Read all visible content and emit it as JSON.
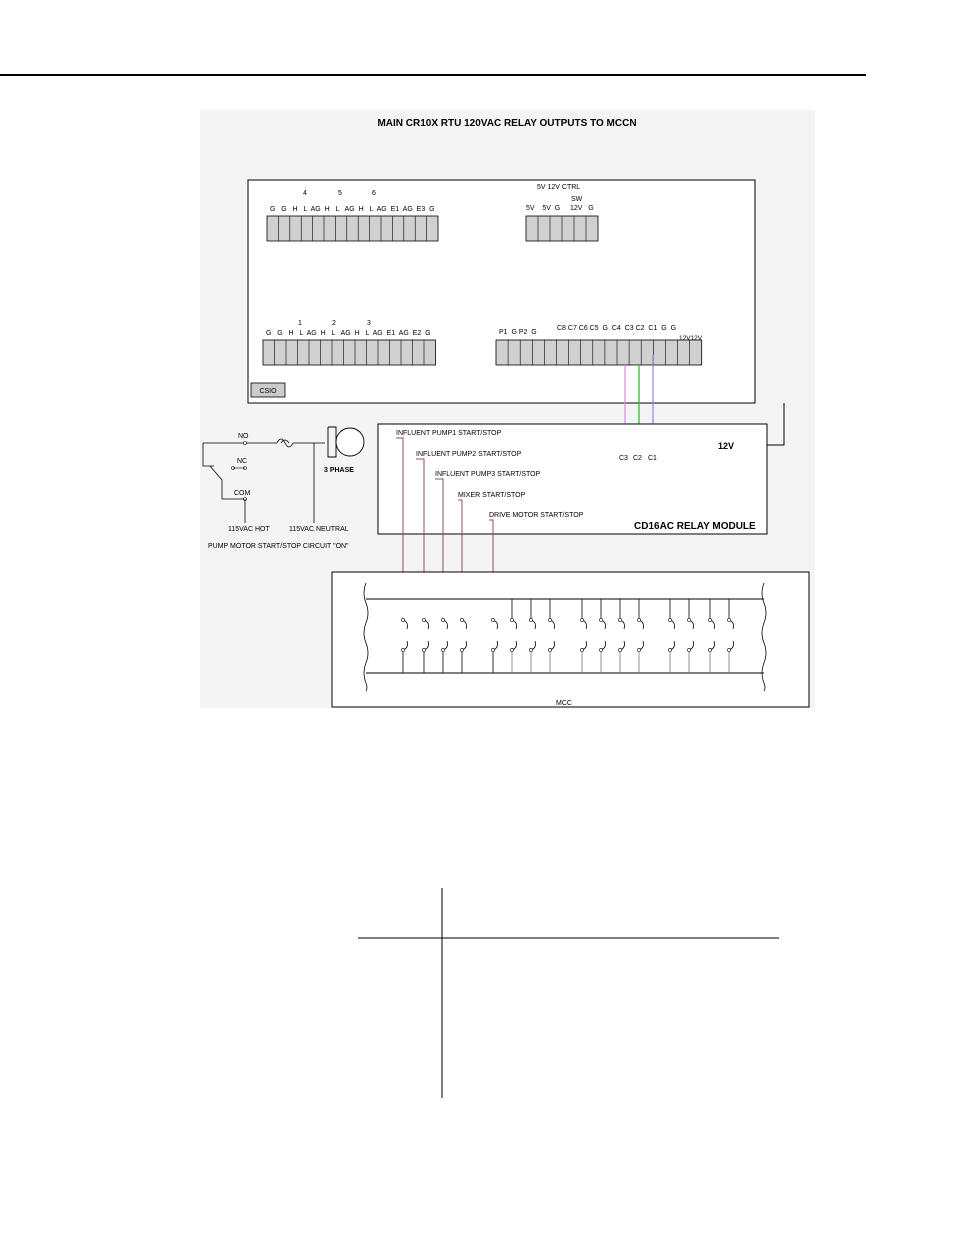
{
  "title": "MAIN CR10X  RTU  120VAC RELAY OUTPUTS TO MCCN",
  "cr10x_panel": {
    "top_left_group_numbers": [
      "4",
      "5",
      "6"
    ],
    "top_left_terminals": "G   G   H   L  AG  H   L   AG  H   L  AG  E1  AG  E3  G",
    "ctrl_header": "5V 12V CTRL",
    "ctrl_sw": "SW",
    "ctrl_terminals": "5V    5V  G",
    "ctrl_12v_g": "12V   G",
    "bottom_left_group_numbers": [
      "1",
      "2",
      "3"
    ],
    "bottom_left_terminals": "G   G   H   L  AG  H   L   AG  H   L  AG  E1  AG  E2  G",
    "bottom_right_terminals_a": "P1  G P2  G",
    "bottom_right_terminals_b": "C8 C7 C6 C5  G  C4  C3 C2  C1  G  G",
    "bottom_right_12v": "12V12V",
    "csio_label": "CSIO"
  },
  "relay_module": {
    "title": "CD16AC RELAY MODULE",
    "voltage_label": "12V",
    "outputs": [
      "INFLUENT PUMP1 START/STOP",
      "INFLUENT PUMP2 START/STOP",
      "INFLUENT PUMP3 START/STOP",
      "MIXER START/STOP",
      "DRIVE MOTOR START/STOP"
    ],
    "channel_labels": [
      "C3",
      "C2",
      "C1"
    ]
  },
  "pump_circuit": {
    "no_label": "NO",
    "nc_label": "NC",
    "com_label": "COM",
    "motor_label": "3 PHASE",
    "hot_label": "115VAC HOT",
    "neutral_label": "115VAC NEUTRAL",
    "caption": "PUMP MOTOR START/STOP CIRCUIT \"ON\""
  },
  "mcc": {
    "label": "MCC"
  },
  "wire_colors": {
    "c3": "#dd88dd",
    "c2": "#22bb22",
    "c1": "#8888dd",
    "feeds": "#885555"
  }
}
